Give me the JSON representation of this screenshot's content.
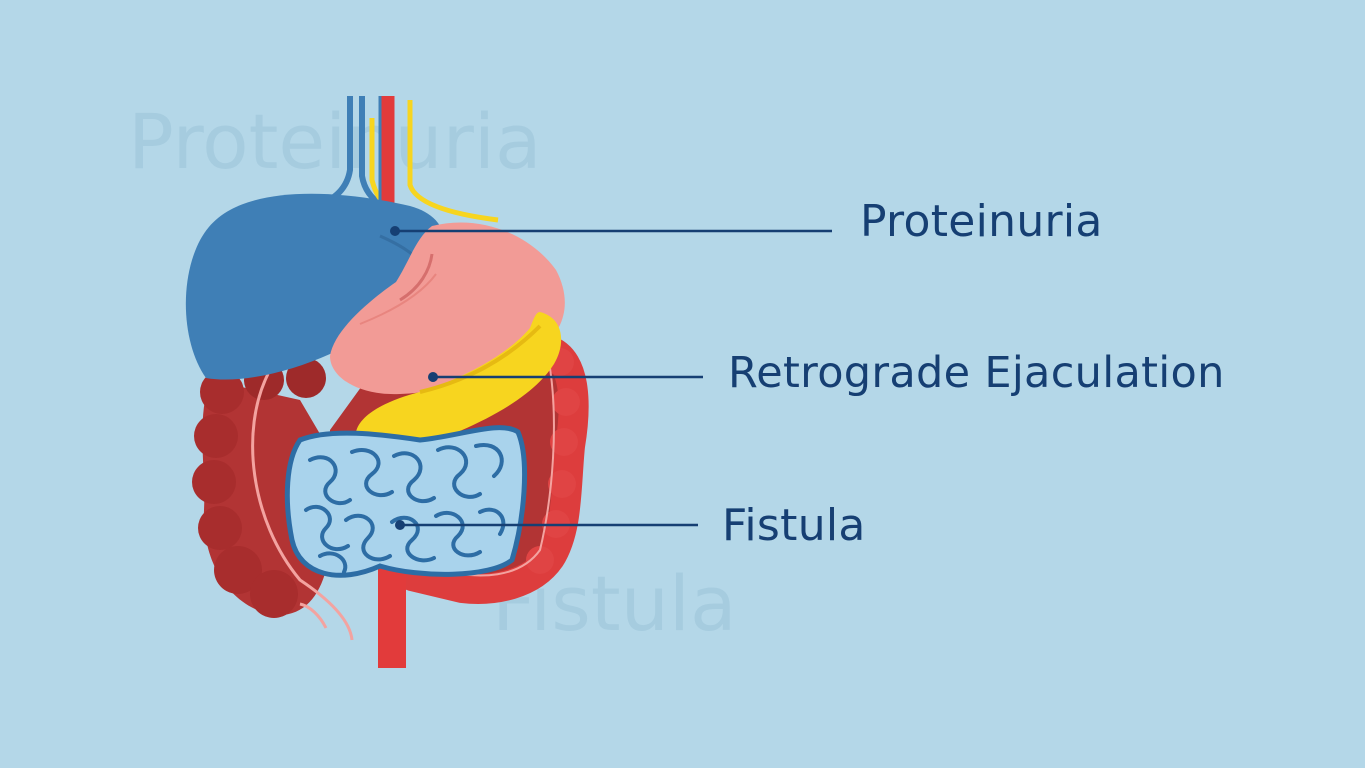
{
  "watermarks": {
    "top": "Proteinuria",
    "bottom": "Fistula"
  },
  "labels": {
    "proteinuria": "Proteinuria",
    "retrograde_ejaculation": "Retrograde Ejaculation",
    "fistula": "Fistula"
  },
  "colors": {
    "background": "#b4d7e8",
    "label_text": "#163f73",
    "leader_line": "#163f73",
    "liver": "#3f7fb6",
    "stomach": "#f29b96",
    "pancreas": "#f7d51f",
    "large_intestine": "#b23434",
    "small_intestine": "#a9d3ec",
    "artery": "#e23b3b"
  }
}
